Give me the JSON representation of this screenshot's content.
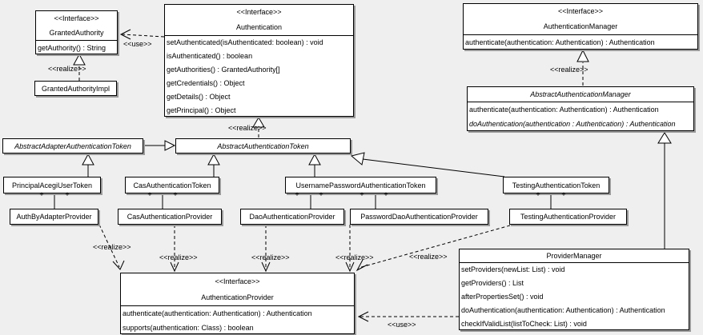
{
  "symbols": {
    "plus": "+"
  },
  "edge_labels": {
    "realize": "<<realize>>",
    "use": "<<use>>"
  },
  "classes": {
    "granted_authority": {
      "stereotype": "<<Interface>>",
      "name": "GrantedAuthority",
      "methods": [
        "getAuthority() : String"
      ]
    },
    "granted_authority_impl": {
      "name": "GrantedAuthorityImpl"
    },
    "authentication": {
      "stereotype": "<<Interface>>",
      "name": "Authentication",
      "methods": [
        "setAuthenticated(isAuthenticated: boolean) : void",
        "isAuthenticated() : boolean",
        "getAuthorities() : GrantedAuthority[]",
        "getCredentials() : Object",
        "getDetails() : Object",
        "getPrincipal() : Object"
      ]
    },
    "authentication_manager": {
      "stereotype": "<<Interface>>",
      "name": "AuthenticationManager",
      "methods": [
        "authenticate(authentication: Authentication) : Authentication"
      ]
    },
    "abstract_authentication_manager": {
      "name": "AbstractAuthenticationManager",
      "methods": [
        "authenticate(authentication: Authentication) : Authentication",
        "doAuthentication(authentication : Authentication) : Authentication"
      ]
    },
    "abstract_adapter_authentication_token": {
      "name": "AbstractAdapterAuthenticationToken"
    },
    "abstract_authentication_token": {
      "name": "AbstractAuthenticationToken"
    },
    "principal_acegi_user_token": {
      "name": "PrincipalAcegiUserToken"
    },
    "cas_authentication_token": {
      "name": "CasAuthenticationToken"
    },
    "username_password_authentication_token": {
      "name": "UsernamePasswordAuthenticationToken"
    },
    "testing_authentication_token": {
      "name": "TestingAuthenticationToken"
    },
    "auth_by_adapter_provider": {
      "name": "AuthByAdapterProvider"
    },
    "cas_authentication_provider": {
      "name": "CasAuthenticationProvider"
    },
    "dao_authentication_provider": {
      "name": "DaoAuthenticationProvider"
    },
    "password_dao_authentication_provider": {
      "name": "PasswordDaoAuthenticationProvider"
    },
    "testing_authentication_provider": {
      "name": "TestingAuthenticationProvider"
    },
    "authentication_provider": {
      "stereotype": "<<Interface>>",
      "name": "AuthenticationProvider",
      "methods": [
        "authenticate(authentication: Authentication) : Authentication",
        "supports(authentication: Class) : boolean"
      ]
    },
    "provider_manager": {
      "name": "ProviderManager",
      "methods": [
        "setProviders(newList: List) : void",
        "getProviders() : List",
        "afterPropertiesSet() : void",
        "doAuthentication(authentication: Authentication) : Authentication",
        "checkIfValidList(listToCheck: List) : void"
      ]
    }
  }
}
